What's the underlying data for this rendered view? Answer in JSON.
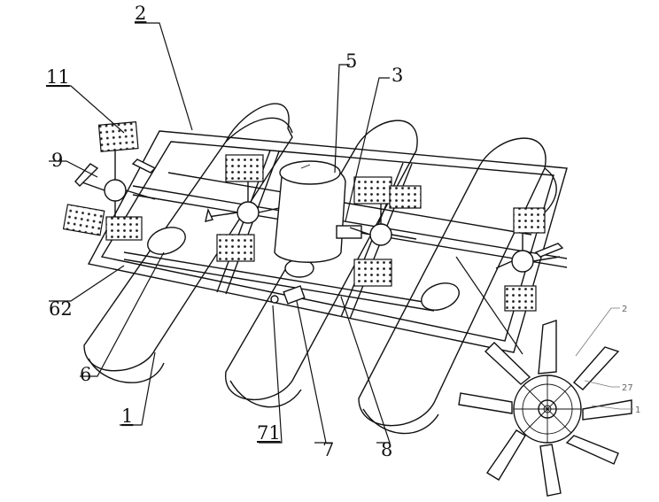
{
  "labels": {
    "l1": "1",
    "l2": "2",
    "l3": "3",
    "l5": "5",
    "l6": "6",
    "l7": "7",
    "l8": "8",
    "l9": "9",
    "l11": "11",
    "l62": "62",
    "l71": "71"
  },
  "detail_labels": {
    "d2": "2",
    "d27": "27",
    "d1": "1"
  },
  "colors": {
    "line": "#111111",
    "background": "#ffffff"
  }
}
